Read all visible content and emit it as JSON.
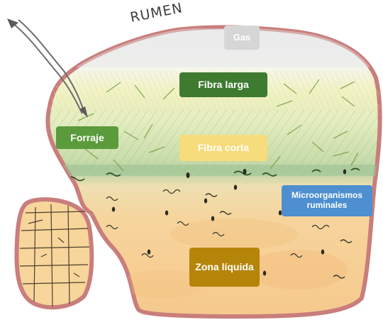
{
  "diagram": {
    "title": "RUMEN",
    "labels": {
      "gas": "Gas",
      "fibra_larga": "Fibra larga",
      "forraje": "Forraje",
      "fibra_corta": "Fibra corta",
      "microorganismos": "Microorganismos ruminales",
      "zona_liquida": "Zona líquida"
    },
    "colors": {
      "outline": "#c97e7c",
      "gas_label": "#d6d6d6",
      "fibra_larga_label": "#3e7a30",
      "forraje_label": "#5b9b3c",
      "fibra_corta_label": "#f6dc7a",
      "microorganismos_label": "#4d8fcf",
      "zona_liquida_label": "#b5850a",
      "liquid_zone": "#f5cf92",
      "fiber_zone": "#d9e8b0",
      "gas_zone": "#ebebeb"
    }
  }
}
